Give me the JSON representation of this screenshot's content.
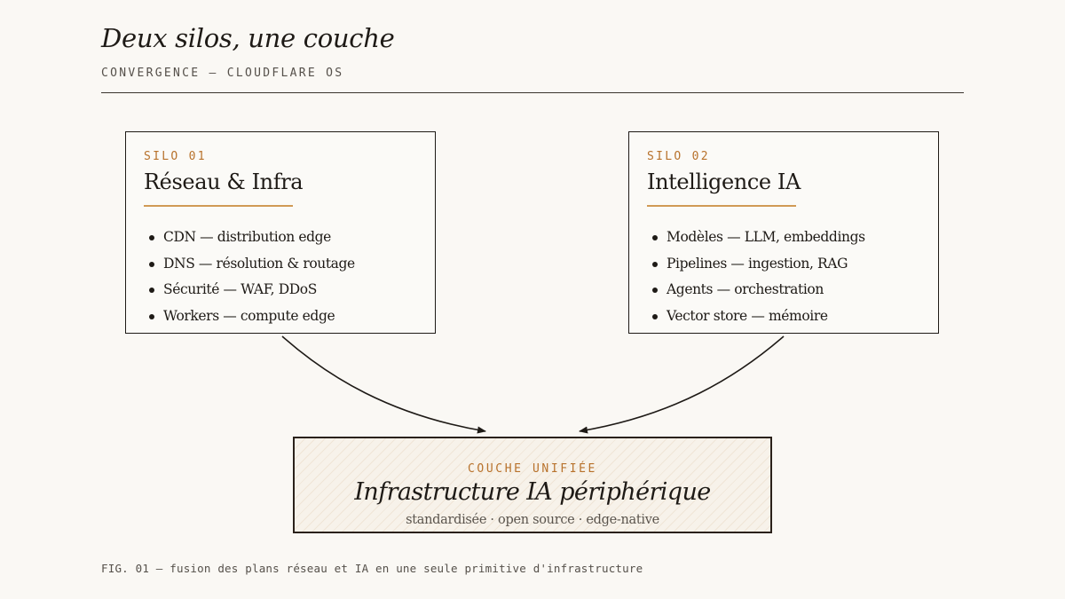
{
  "header": {
    "title": "Deux silos, une couche",
    "subtitle": "CONVERGENCE — CLOUDFLARE OS"
  },
  "silos": [
    {
      "tag": "SILO 01",
      "title": "Réseau & Infra",
      "items": [
        "CDN — distribution edge",
        "DNS — résolution & routage",
        "Sécurité — WAF, DDoS",
        "Workers — compute edge"
      ]
    },
    {
      "tag": "SILO 02",
      "title": "Intelligence IA",
      "items": [
        "Modèles — LLM, embeddings",
        "Pipelines — ingestion, RAG",
        "Agents — orchestration",
        "Vector store — mémoire"
      ]
    }
  ],
  "unified": {
    "tag": "COUCHE UNIFIÉE",
    "title": "Infrastructure IA périphérique",
    "subtitle": "standardisée · open source · edge-native"
  },
  "caption": "FIG. 01 — fusion des plans réseau et IA en une seule primitive d'infrastructure",
  "colors": {
    "background": "#faf8f4",
    "ink": "#1e1a16",
    "accent": "#b8722c",
    "accent_line": "#d09a55"
  }
}
